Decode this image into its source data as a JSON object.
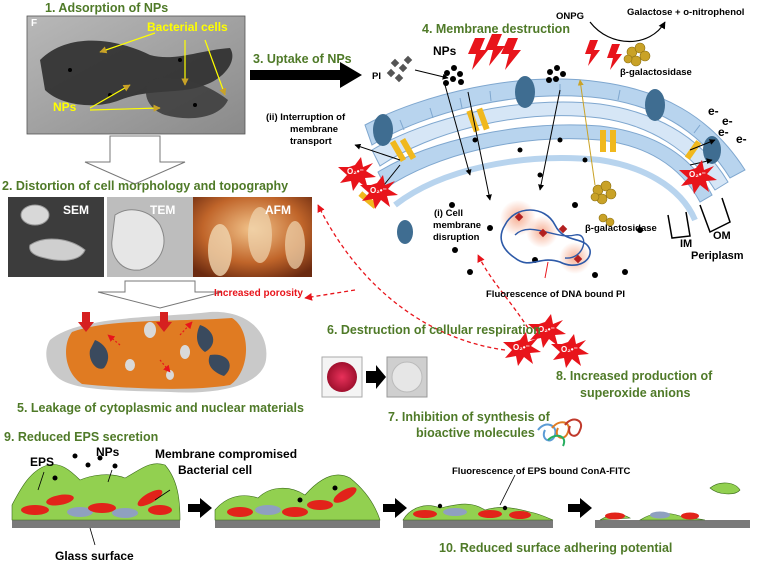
{
  "steps": {
    "s1": "1. Adsorption of NPs",
    "s2": "2. Distortion of cell morphology and topography",
    "s3": "3. Uptake of NPs",
    "s4": "4. Membrane destruction",
    "s5": "5. Leakage of cytoplasmic and nuclear materials",
    "s6": "6. Destruction of cellular respiration",
    "s7a": "7. Inhibition of synthesis of",
    "s7b": "bioactive molecules",
    "s8a": "8. Increased production of",
    "s8b": "superoxide anions",
    "s9": "9. Reduced EPS secretion",
    "s10": "10. Reduced surface adhering potential"
  },
  "tem_labels": {
    "cells": "Bacterial cells",
    "nps": "NPs",
    "corner": "F"
  },
  "micro_labels": {
    "sem": "SEM",
    "tem": "TEM",
    "afm": "AFM"
  },
  "porosity": "Increased porosity",
  "membrane": {
    "nps": "NPs",
    "pi": "PI",
    "onpg": "ONPG",
    "galactose": "Galactose + o-nitrophenol",
    "bgal_top": "β-galactosidase",
    "bgal_mid": "β-galactosidase",
    "interrupt1": "(ii) Interruption of",
    "interrupt2": "membrane",
    "interrupt3": "transport",
    "disrupt1": "(i) Cell",
    "disrupt2": "membrane",
    "disrupt3": "disruption",
    "dna_pi": "Fluorescence of DNA bound PI",
    "im": "IM",
    "om": "OM",
    "periplasm": "Periplasm",
    "electron": "e-",
    "superoxide": "O₂•⁻"
  },
  "biofilm": {
    "eps": "EPS",
    "nps": "NPs",
    "compromised1": "Membrane compromised",
    "compromised2": "Bacterial cell",
    "glass": "Glass surface",
    "conA": "Fluorescence of EPS bound ConA-FITC"
  },
  "colors": {
    "step_green": "#4f7a28",
    "membrane_blue": "#9ec3e6",
    "eps_green": "#92d050",
    "cell_red": "#e2231a",
    "cytoplasm_orange": "#e07b22",
    "radical_red": "#e8141b"
  }
}
